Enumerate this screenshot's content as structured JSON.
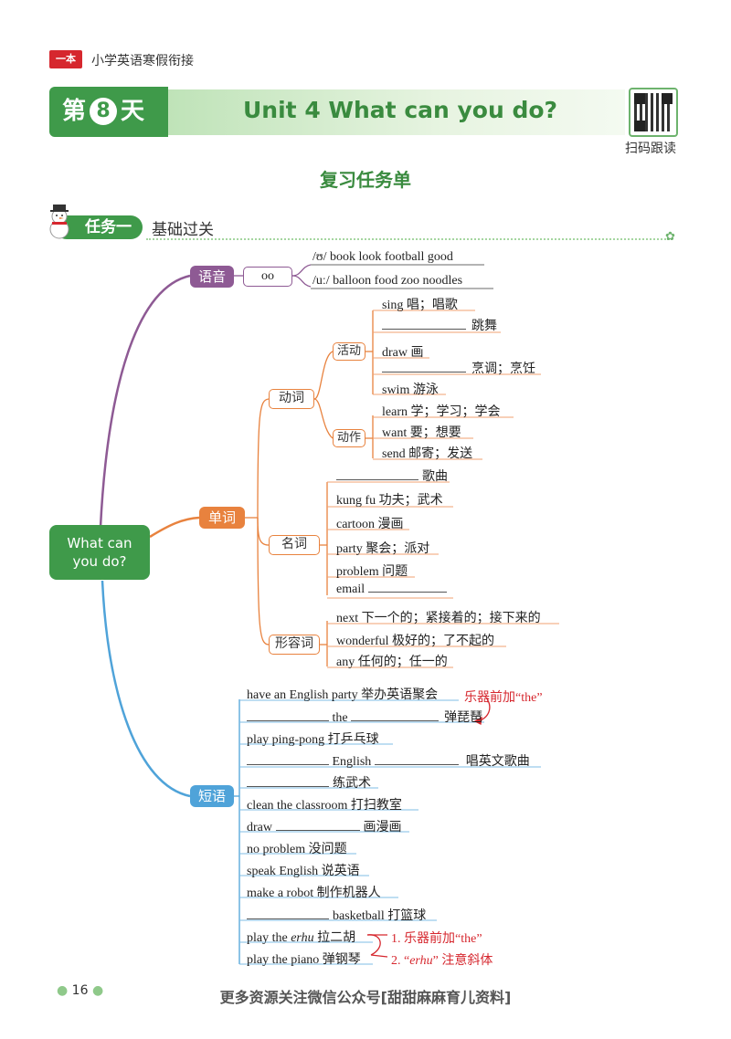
{
  "header": {
    "brand_badge": "一本",
    "brand_text": "小学英语寒假衔接",
    "day_prefix": "第",
    "day_number": "8",
    "day_suffix": "天",
    "unit_title": "Unit 4 What can you do?",
    "qr_label": "扫码跟读",
    "sheet_title": "复习任务单"
  },
  "task": {
    "label": "任务一",
    "subtitle": "基础过关"
  },
  "mindmap": {
    "center": [
      "What can",
      "you do?"
    ],
    "phonics": {
      "tag": "语音",
      "sound": "oo",
      "items": [
        {
          "symbol": "/ʊ/",
          "words": "book look football good"
        },
        {
          "symbol": "/uː/",
          "words": "balloon food zoo noodles"
        }
      ]
    },
    "words": {
      "tag": "单词",
      "verbs": {
        "tag": "动词",
        "activity": {
          "tag": "活动",
          "items": [
            "sing 唱；唱歌",
            "跳舞",
            "draw 画",
            "烹调；烹饪",
            "swim 游泳"
          ]
        },
        "action": {
          "tag": "动作",
          "items": [
            "learn 学；学习；学会",
            "want 要；想要",
            "send 邮寄；发送"
          ]
        }
      },
      "nouns": {
        "tag": "名词",
        "items": [
          "歌曲",
          "kung fu 功夫；武术",
          "cartoon 漫画",
          "party 聚会；派对",
          "problem 问题",
          "email"
        ]
      },
      "adjectives": {
        "tag": "形容词",
        "items": [
          "next 下一个的；紧接着的；接下来的",
          "wonderful 极好的；了不起的",
          "any 任何的；任一的"
        ]
      }
    },
    "phrases": {
      "tag": "短语",
      "items": [
        "have an English party 举办英语聚会",
        "the",
        "弹琵琶",
        "play ping-pong 打乒乓球",
        "English",
        "唱英文歌曲",
        "练武术",
        "clean the classroom 打扫教室",
        "draw",
        "画漫画",
        "no problem 没问题",
        "speak English 说英语",
        "make a robot 制作机器人",
        "basketball 打篮球",
        "play the ",
        "erhu",
        " 拉二胡",
        "play the piano 弹钢琴"
      ],
      "notes": {
        "instrument_the": "乐器前加“the”",
        "note1": "1. 乐器前加“the”",
        "note2_prefix": "2. “",
        "note2_italic": "erhu",
        "note2_suffix": "” 注意斜体"
      }
    }
  },
  "footer": {
    "page_number": "16",
    "text": "更多资源关注微信公众号[甜甜麻麻育儿资料]"
  },
  "colors": {
    "green": "#3f9a4a",
    "purple": "#8e5a94",
    "orange": "#e8823e",
    "blue": "#4fa3d9",
    "red": "#d6272e"
  }
}
